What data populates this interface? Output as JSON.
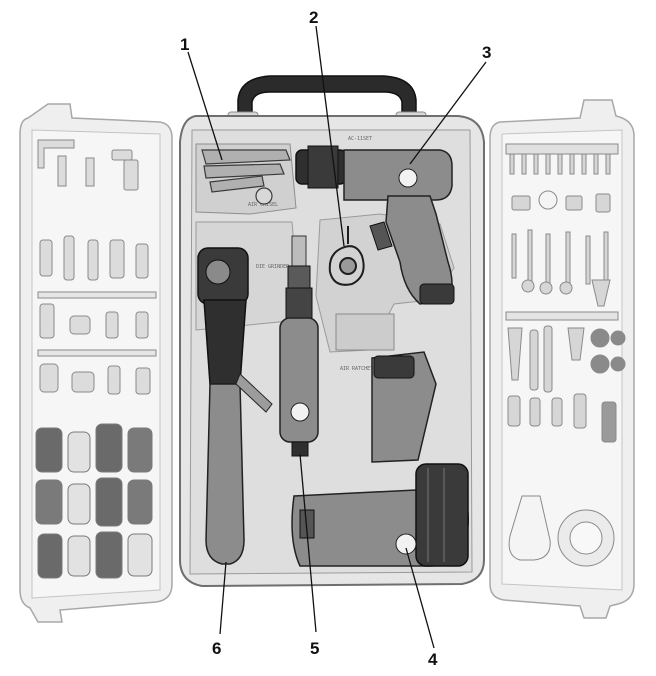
{
  "diagram": {
    "callouts": [
      {
        "number": "1",
        "part": "air-chisel-bits"
      },
      {
        "number": "2",
        "part": "quick-coupler"
      },
      {
        "number": "3",
        "part": "air-hammer"
      },
      {
        "number": "4",
        "part": "impact-wrench"
      },
      {
        "number": "5",
        "part": "die-grinder"
      },
      {
        "number": "6",
        "part": "air-ratchet"
      }
    ],
    "case_print": {
      "chisel_tray": "AIR CHISEL",
      "grinder_tray": "DIE GRINDER",
      "wrench_tray": "AIR RATCHET",
      "lid_mark": "AC-11SET"
    }
  },
  "colors": {
    "case_light": "#ececec",
    "case_mid": "#d4d4d4",
    "case_edge": "#9a9a9a",
    "handle": "#2b2b2b",
    "tool_body": "#8c8c8c",
    "tool_dark": "#3a3a3a",
    "socket": "#555555",
    "line": "#111111"
  }
}
